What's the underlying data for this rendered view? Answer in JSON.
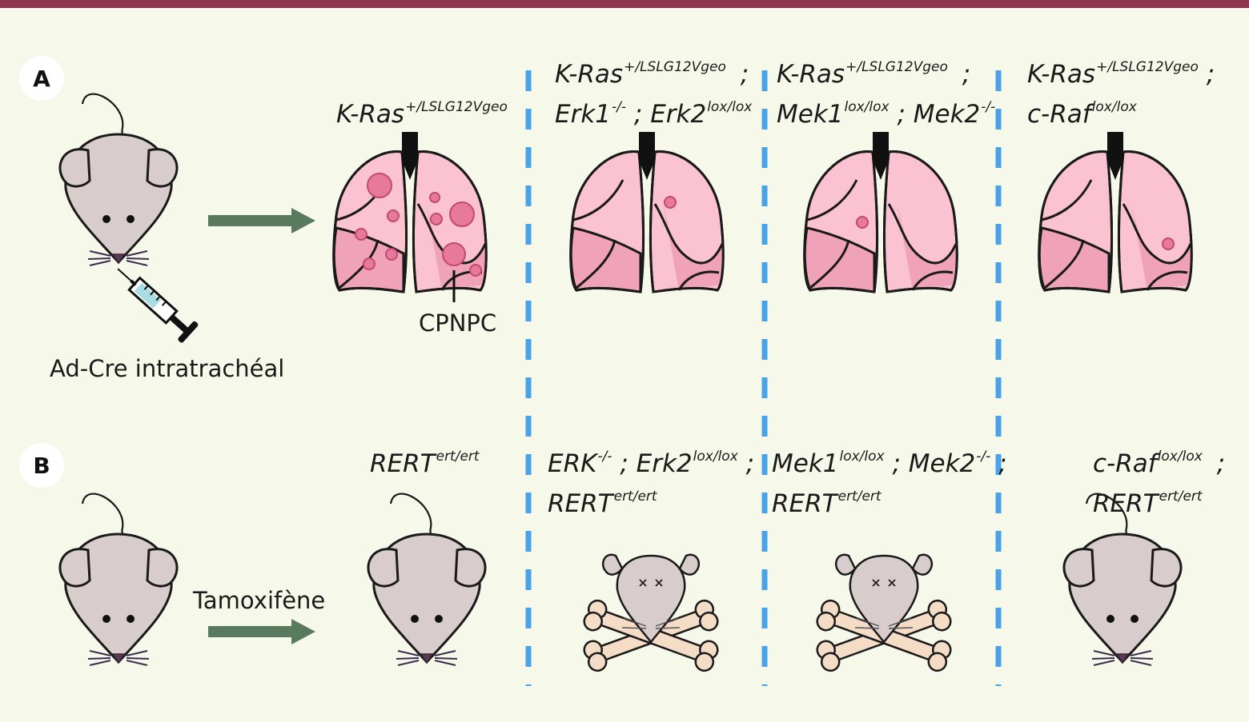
{
  "panels": {
    "a": {
      "label": "A"
    },
    "b": {
      "label": "B"
    }
  },
  "panel_a": {
    "injection_label": "Ad-Cre intratrachéal",
    "tumor_label": "CPNPC",
    "col1": {
      "gene": "K-Ras",
      "sup": "+/LSLG12Vgeo"
    },
    "col2": {
      "line1_gene": "K-Ras",
      "line1_sup": "+/LSLG12Vgeo",
      "line1_sep": ";",
      "line2_gene1": "Erk1",
      "line2_sup1": "-/-",
      "line2_sep": ";",
      "line2_gene2": "Erk2",
      "line2_sup2": "lox/lox"
    },
    "col3": {
      "line1_gene": "K-Ras",
      "line1_sup": "+/LSLG12Vgeo",
      "line1_sep": ";",
      "line2_gene1": "Mek1",
      "line2_sup1": "lox/lox",
      "line2_sep": ";",
      "line2_gene2": "Mek2",
      "line2_sup2": "-/-"
    },
    "col4": {
      "line1_gene": "K-Ras",
      "line1_sup": "+/LSLG12Vgeo",
      "line1_sep": ";",
      "line2_gene": "c-Raf",
      "line2_sup": "lox/lox"
    }
  },
  "panel_b": {
    "treatment_label": "Tamoxifène",
    "col1": {
      "gene": "RERT",
      "sup": "ert/ert"
    },
    "col2": {
      "line1_gene1": "ERK",
      "line1_sup1": "-/-",
      "line1_sep": ";",
      "line1_gene2": "Erk2",
      "line1_sup2": "lox/lox",
      "line1_sep2": ";",
      "line2_gene": "RERT",
      "line2_sup": "ert/ert"
    },
    "col3": {
      "line1_gene1": "Mek1",
      "line1_sup1": "lox/lox",
      "line1_sep": ";",
      "line1_gene2": "Mek2",
      "line1_sup2": "-/-",
      "line1_sep2": ";",
      "line2_gene": "RERT",
      "line2_sup": "ert/ert"
    },
    "col4": {
      "line1_gene": "c-Raf",
      "line1_sup": "lox/lox",
      "line1_sep": ";",
      "line2_gene": "RERT",
      "line2_sup": "ert/ert"
    }
  },
  "colors": {
    "background": "#f6f8ea",
    "top_bar": "#8e3350",
    "divider": "#4aa3e6",
    "arrow": "#5a7a5e",
    "mouse_body": "#d8cccc",
    "lung_light": "#fbc3d2",
    "lung_dark": "#f0a3b8",
    "tumor": "#e7799b",
    "bone": "#f4dcc6"
  }
}
